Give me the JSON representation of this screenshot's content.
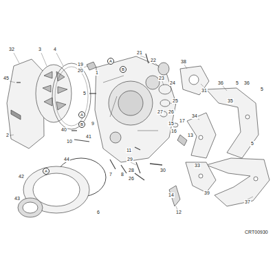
{
  "diagram": {
    "labels": [
      "32",
      "3",
      "4",
      "45",
      "2",
      "19",
      "20",
      "1",
      "21",
      "22",
      "A",
      "B",
      "5",
      "A",
      "B",
      "9",
      "40",
      "41",
      "10",
      "44",
      "A",
      "42",
      "43",
      "6",
      "11",
      "7",
      "8",
      "23",
      "24",
      "25",
      "27",
      "26",
      "17",
      "15",
      "16",
      "13",
      "29",
      "28",
      "26",
      "30",
      "14",
      "12",
      "38",
      "31",
      "36",
      "5",
      "36",
      "5",
      "35",
      "34",
      "33",
      "39",
      "37",
      "5",
      "CRT00930"
    ]
  }
}
